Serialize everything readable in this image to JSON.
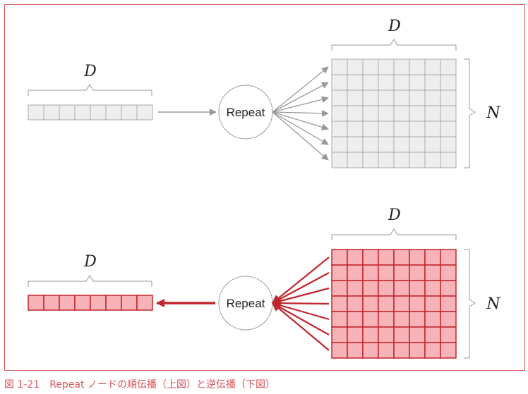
{
  "caption": "図 1-21　Repeat ノードの順伝播（上図）と逆伝播（下図）",
  "forward": {
    "input_label": "D",
    "node_label": "Repeat",
    "output_width_label": "D",
    "output_height_label": "N"
  },
  "backward": {
    "output_label": "D",
    "node_label": "Repeat",
    "input_width_label": "D",
    "input_height_label": "N"
  },
  "colors": {
    "frame": "#d9555b",
    "gray_fill": "#eeeeee",
    "gray_stroke": "#aaaaaa",
    "red_fill": "#f7b3b8",
    "red_stroke": "#c0272d",
    "arrow_gray": "#999999"
  }
}
